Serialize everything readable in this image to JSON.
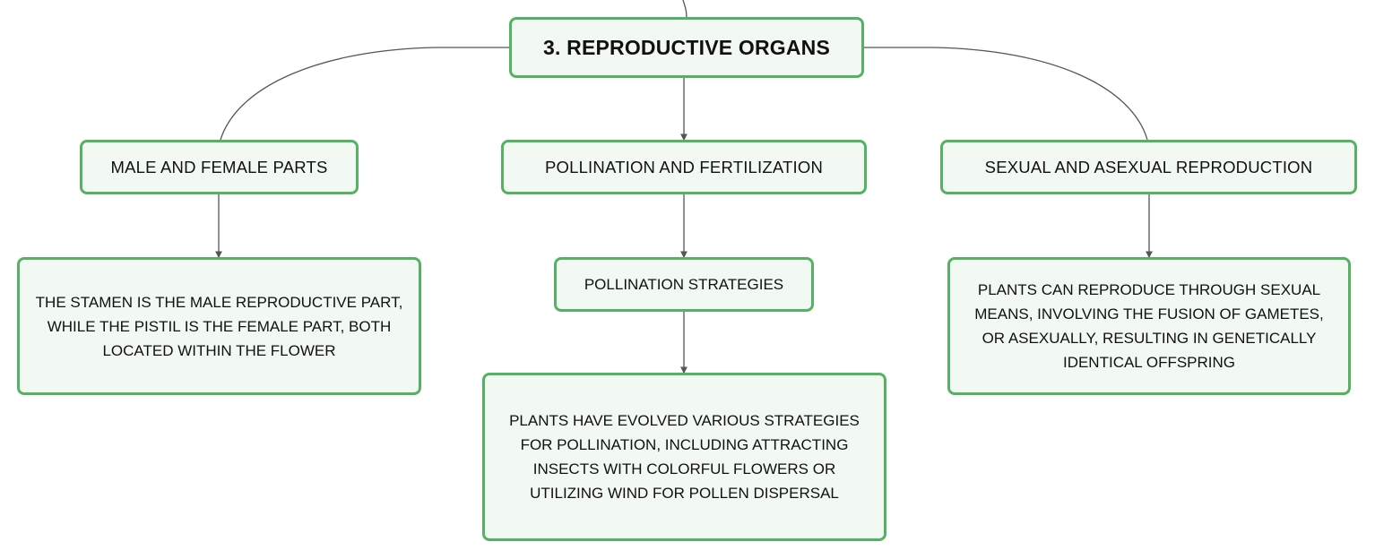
{
  "diagram": {
    "root": {
      "label": "3. REPRODUCTIVE ORGANS"
    },
    "branches": [
      {
        "label": "MALE AND FEMALE PARTS",
        "detail": "THE STAMEN IS THE MALE REPRODUCTIVE PART, WHILE THE PISTIL IS THE FEMALE PART, BOTH LOCATED WITHIN THE FLOWER"
      },
      {
        "label": "POLLINATION AND FERTILIZATION",
        "sub": {
          "label": "POLLINATION STRATEGIES",
          "detail": "PLANTS HAVE EVOLVED VARIOUS STRATEGIES FOR POLLINATION, INCLUDING ATTRACTING INSECTS WITH COLORFUL FLOWERS OR UTILIZING WIND FOR POLLEN DISPERSAL"
        }
      },
      {
        "label": "SEXUAL AND ASEXUAL REPRODUCTION",
        "detail": "PLANTS CAN REPRODUCE THROUGH SEXUAL MEANS, INVOLVING THE FUSION OF GAMETES, OR ASEXUALLY, RESULTING IN GENETICALLY IDENTICAL OFFSPRING"
      }
    ],
    "colors": {
      "node_border": "#55b262",
      "node_fill": "#f1f9f2",
      "connector": "#555555",
      "text": "#111111"
    }
  }
}
